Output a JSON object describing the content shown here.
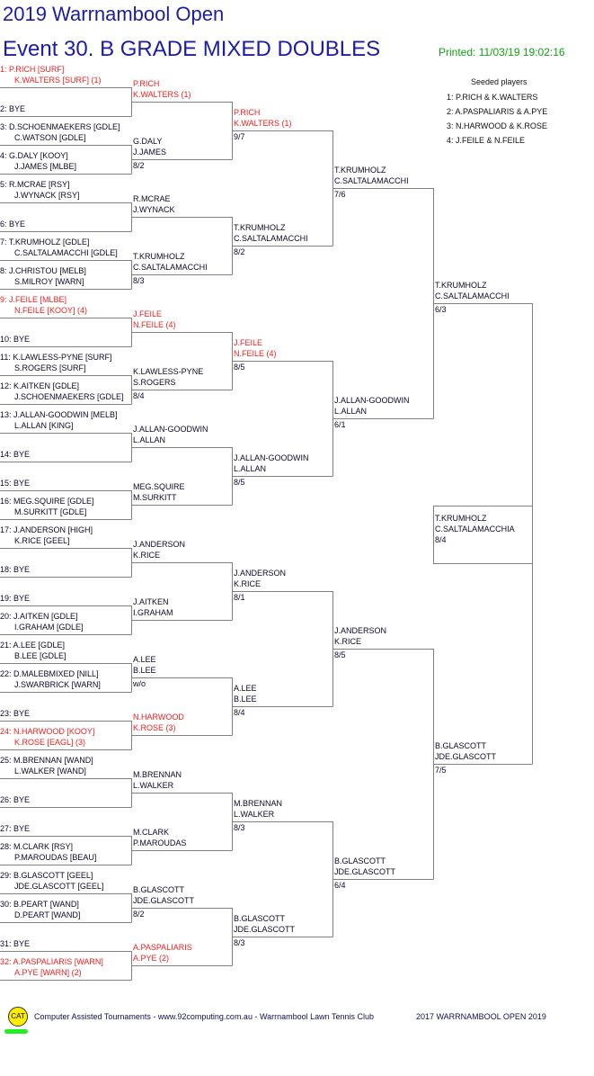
{
  "header": {
    "title": "2019 Warrnambool Open",
    "event": "Event 30. B GRADE MIXED DOUBLES",
    "printed": "Printed: 11/03/19 19:02:16"
  },
  "seeded": {
    "heading": "Seeded players",
    "items": [
      "1: P.RICH & K.WALTERS",
      "2: A.PASPALIARIS & A.PYE",
      "3: N.HARWOOD & K.ROSE",
      "4: J.FEILE & N.FEILE"
    ]
  },
  "colors": {
    "title": "#1c1ca8",
    "seed": "#f02020",
    "printed": "#14a014",
    "lines": "#808080"
  },
  "draw": [
    {
      "num": "1:",
      "p1": "P.RICH [SURF]",
      "p2": "K.WALTERS [SURF] (1)",
      "seed": true
    },
    {
      "num": "2:",
      "p1": "BYE"
    },
    {
      "num": "3:",
      "p1": "D.SCHOENMAEKERS [GDLE]",
      "p2": "C.WATSON [GDLE]"
    },
    {
      "num": "4:",
      "p1": "G.DALY [KOOY]",
      "p2": "J.JAMES [MLBE]"
    },
    {
      "num": "5:",
      "p1": "R.MCRAE [RSY]",
      "p2": "J.WYNACK [RSY]"
    },
    {
      "num": "6:",
      "p1": "BYE"
    },
    {
      "num": "7:",
      "p1": "T.KRUMHOLZ [GDLE]",
      "p2": "C.SALTALAMACCHI [GDLE]"
    },
    {
      "num": "8:",
      "p1": "J.CHRISTOU [MELB]",
      "p2": "S.MILROY [WARN]"
    },
    {
      "num": "9:",
      "p1": "J.FEILE [MLBE]",
      "p2": "N.FEILE [KOOY] (4)",
      "seed": true
    },
    {
      "num": "10:",
      "p1": "BYE"
    },
    {
      "num": "11:",
      "p1": "K.LAWLESS-PYNE [SURF]",
      "p2": "S.ROGERS [SURF]"
    },
    {
      "num": "12:",
      "p1": "K.AITKEN [GDLE]",
      "p2": "J.SCHOENMAEKERS [GDLE]"
    },
    {
      "num": "13:",
      "p1": "J.ALLAN-GOODWIN [MELB]",
      "p2": "L.ALLAN [KING]"
    },
    {
      "num": "14:",
      "p1": "BYE"
    },
    {
      "num": "15:",
      "p1": "BYE"
    },
    {
      "num": "16:",
      "p1": "MEG.SQUIRE [GDLE]",
      "p2": "M.SURKITT [GDLE]"
    },
    {
      "num": "17:",
      "p1": "J.ANDERSON [HIGH]",
      "p2": "K.RICE [GEEL]"
    },
    {
      "num": "18:",
      "p1": "BYE"
    },
    {
      "num": "19:",
      "p1": "BYE"
    },
    {
      "num": "20:",
      "p1": "J.AITKEN [GDLE]",
      "p2": "I.GRAHAM [GDLE]"
    },
    {
      "num": "21:",
      "p1": "A.LEE [GDLE]",
      "p2": "B.LEE [GDLE]"
    },
    {
      "num": "22:",
      "p1": "D.MALEBMIXED [NILL]",
      "p2": "J.SWARBRICK [WARN]"
    },
    {
      "num": "23:",
      "p1": "BYE"
    },
    {
      "num": "24:",
      "p1": "N.HARWOOD [KOOY]",
      "p2": "K.ROSE [EAGL] (3)",
      "seed": true
    },
    {
      "num": "25:",
      "p1": "M.BRENNAN [WAND]",
      "p2": "L.WALKER [WAND]"
    },
    {
      "num": "26:",
      "p1": "BYE"
    },
    {
      "num": "27:",
      "p1": "BYE"
    },
    {
      "num": "28:",
      "p1": "M.CLARK [RSY]",
      "p2": "P.MAROUDAS [BEAU]"
    },
    {
      "num": "29:",
      "p1": "B.GLASCOTT [GEEL]",
      "p2": "JDE.GLASCOTT [GEEL]"
    },
    {
      "num": "30:",
      "p1": "B.PEART [WAND]",
      "p2": "D.PEART [WAND]"
    },
    {
      "num": "31:",
      "p1": "BYE"
    },
    {
      "num": "32:",
      "p1": "A.PASPALIARIS [WARN]",
      "p2": "A.PYE [WARN] (2)",
      "seed": true
    }
  ],
  "rounds": [
    [
      {
        "p1": "P.RICH",
        "p2": "K.WALTERS (1)",
        "seed": true
      },
      {
        "p1": "G.DALY",
        "p2": "J.JAMES",
        "score": "8/2"
      },
      {
        "p1": "R.MCRAE",
        "p2": "J.WYNACK"
      },
      {
        "p1": "T.KRUMHOLZ",
        "p2": "C.SALTALAMACCHI",
        "score": "8/3"
      },
      {
        "p1": "J.FEILE",
        "p2": "N.FEILE (4)",
        "seed": true
      },
      {
        "p1": "K.LAWLESS-PYNE",
        "p2": "S.ROGERS",
        "score": "8/4"
      },
      {
        "p1": "J.ALLAN-GOODWIN",
        "p2": "L.ALLAN"
      },
      {
        "p1": "MEG.SQUIRE",
        "p2": "M.SURKITT"
      },
      {
        "p1": "J.ANDERSON",
        "p2": "K.RICE"
      },
      {
        "p1": "J.AITKEN",
        "p2": "I.GRAHAM"
      },
      {
        "p1": "A.LEE",
        "p2": "B.LEE",
        "score": "w/o"
      },
      {
        "p1": "N.HARWOOD",
        "p2": "K.ROSE (3)",
        "seed": true
      },
      {
        "p1": "M.BRENNAN",
        "p2": "L.WALKER"
      },
      {
        "p1": "M.CLARK",
        "p2": "P.MAROUDAS"
      },
      {
        "p1": "B.GLASCOTT",
        "p2": "JDE.GLASCOTT",
        "score": "8/2"
      },
      {
        "p1": "A.PASPALIARIS",
        "p2": "A.PYE (2)",
        "seed": true
      }
    ],
    [
      {
        "p1": "P.RICH",
        "p2": "K.WALTERS (1)",
        "score": "9/7",
        "seed": true
      },
      {
        "p1": "T.KRUMHOLZ",
        "p2": "C.SALTALAMACCHI",
        "score": "8/2"
      },
      {
        "p1": "J.FEILE",
        "p2": "N.FEILE (4)",
        "score": "8/5",
        "seed": true
      },
      {
        "p1": "J.ALLAN-GOODWIN",
        "p2": "L.ALLAN",
        "score": "8/5"
      },
      {
        "p1": "J.ANDERSON",
        "p2": "K.RICE",
        "score": "8/1"
      },
      {
        "p1": "A.LEE",
        "p2": "B.LEE",
        "score": "8/4"
      },
      {
        "p1": "M.BRENNAN",
        "p2": "L.WALKER",
        "score": "8/3"
      },
      {
        "p1": "B.GLASCOTT",
        "p2": "JDE.GLASCOTT",
        "score": "8/3"
      }
    ],
    [
      {
        "p1": "T.KRUMHOLZ",
        "p2": "C.SALTALAMACCHI",
        "score": "7/6"
      },
      {
        "p1": "J.ALLAN-GOODWIN",
        "p2": "L.ALLAN",
        "score": "6/1"
      },
      {
        "p1": "J.ANDERSON",
        "p2": "K.RICE",
        "score": "8/5"
      },
      {
        "p1": "B.GLASCOTT",
        "p2": "JDE.GLASCOTT",
        "score": "6/4"
      }
    ],
    [
      {
        "p1": "T.KRUMHOLZ",
        "p2": "C.SALTALAMACCHI",
        "score": "6/3"
      },
      {
        "p1": "B.GLASCOTT",
        "p2": "JDE.GLASCOTT",
        "score": "7/5"
      }
    ]
  ],
  "winner": {
    "p1": "T.KRUMHOLZ",
    "p2": "C.SALTALAMACCHIA",
    "score": "8/4"
  },
  "footer": {
    "logo": "CAT",
    "credit": "Computer Assisted Tournaments - www.92computing.com.au -  Warrnambool Lawn Tennis Club",
    "right": "2017 WARRNAMBOOL OPEN 2019"
  }
}
